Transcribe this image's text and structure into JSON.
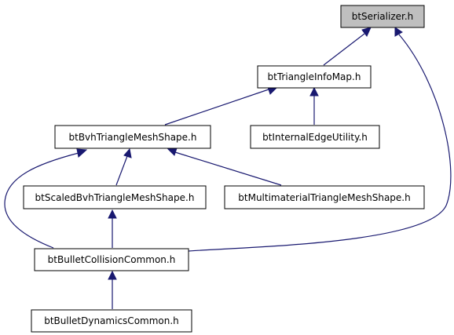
{
  "diagram": {
    "type": "include-dependency-graph",
    "colors": {
      "highlight_fill": "#bfbfbf",
      "node_fill": "#ffffff",
      "border": "#000000",
      "edge": "#191970"
    },
    "nodes": {
      "serializer": "btSerializer.h",
      "triangle_info_map": "btTriangleInfoMap.h",
      "bvh_triangle_mesh_shape": "btBvhTriangleMeshShape.h",
      "internal_edge_utility": "btInternalEdgeUtility.h",
      "scaled_bvh_triangle_mesh_shape": "btScaledBvhTriangleMeshShape.h",
      "multimaterial_triangle_mesh_shape": "btMultimaterialTriangleMeshShape.h",
      "bullet_collision_common": "btBulletCollisionCommon.h",
      "bullet_dynamics_common": "btBulletDynamicsCommon.h"
    },
    "edges": [
      {
        "from": "triangle_info_map",
        "to": "serializer"
      },
      {
        "from": "bullet_collision_common",
        "to": "serializer"
      },
      {
        "from": "bvh_triangle_mesh_shape",
        "to": "triangle_info_map"
      },
      {
        "from": "internal_edge_utility",
        "to": "triangle_info_map"
      },
      {
        "from": "scaled_bvh_triangle_mesh_shape",
        "to": "bvh_triangle_mesh_shape"
      },
      {
        "from": "multimaterial_triangle_mesh_shape",
        "to": "bvh_triangle_mesh_shape"
      },
      {
        "from": "bullet_collision_common",
        "to": "bvh_triangle_mesh_shape"
      },
      {
        "from": "bullet_collision_common",
        "to": "scaled_bvh_triangle_mesh_shape"
      },
      {
        "from": "bullet_dynamics_common",
        "to": "bullet_collision_common"
      }
    ]
  }
}
